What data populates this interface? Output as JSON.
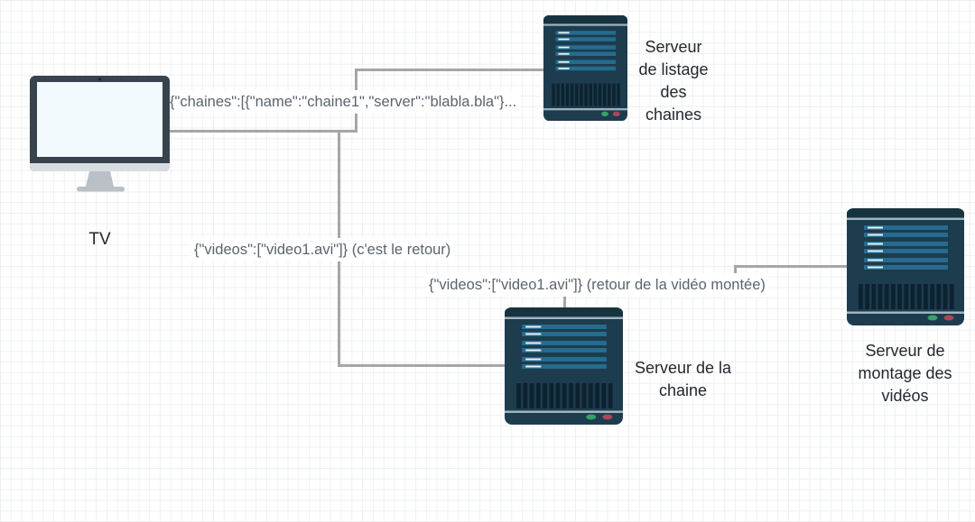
{
  "diagram": {
    "type": "network-architecture",
    "nodes": [
      {
        "id": "tv",
        "icon": "tv-monitor-icon",
        "label_lines": [
          "TV"
        ]
      },
      {
        "id": "server-listage",
        "icon": "server-icon",
        "label_lines": [
          "Serveur",
          "de listage",
          "des",
          "chaines"
        ]
      },
      {
        "id": "server-chaine",
        "icon": "server-icon",
        "label_lines": [
          "Serveur de la",
          "chaine"
        ]
      },
      {
        "id": "server-montage",
        "icon": "server-icon",
        "label_lines": [
          "Serveur de",
          "montage des",
          "vidéos"
        ]
      }
    ],
    "messages": [
      {
        "id": "chaines-list",
        "text": "{\"chaines\":[{\"name\":\"chaine1\",\"server\":\"blabla.bla\"}..."
      },
      {
        "id": "videos-retour",
        "text": "{\"videos\":[\"video1.avi\"]} (c'est le retour)"
      },
      {
        "id": "videos-montage",
        "text": "{\"videos\":[\"video1.avi\"]} (retour de la vidéo montée)"
      }
    ],
    "colors": {
      "grid": "#edf0f2",
      "connector": "#a6a6a6",
      "message_text": "#5b646e",
      "label_text": "#23282e",
      "server_body": "#1d3c4e",
      "server_cap": "#17333f",
      "server_line": "#9fb4bf",
      "server_bar": "#256c8e",
      "server_dash": "#e8f2f5",
      "server_vent": "#0d2230",
      "led_green": "#36a169",
      "led_red": "#b04459",
      "tv_bezel": "#39434e",
      "tv_screen": "#f3fafd",
      "tv_stand": "#b9c0c7"
    }
  }
}
